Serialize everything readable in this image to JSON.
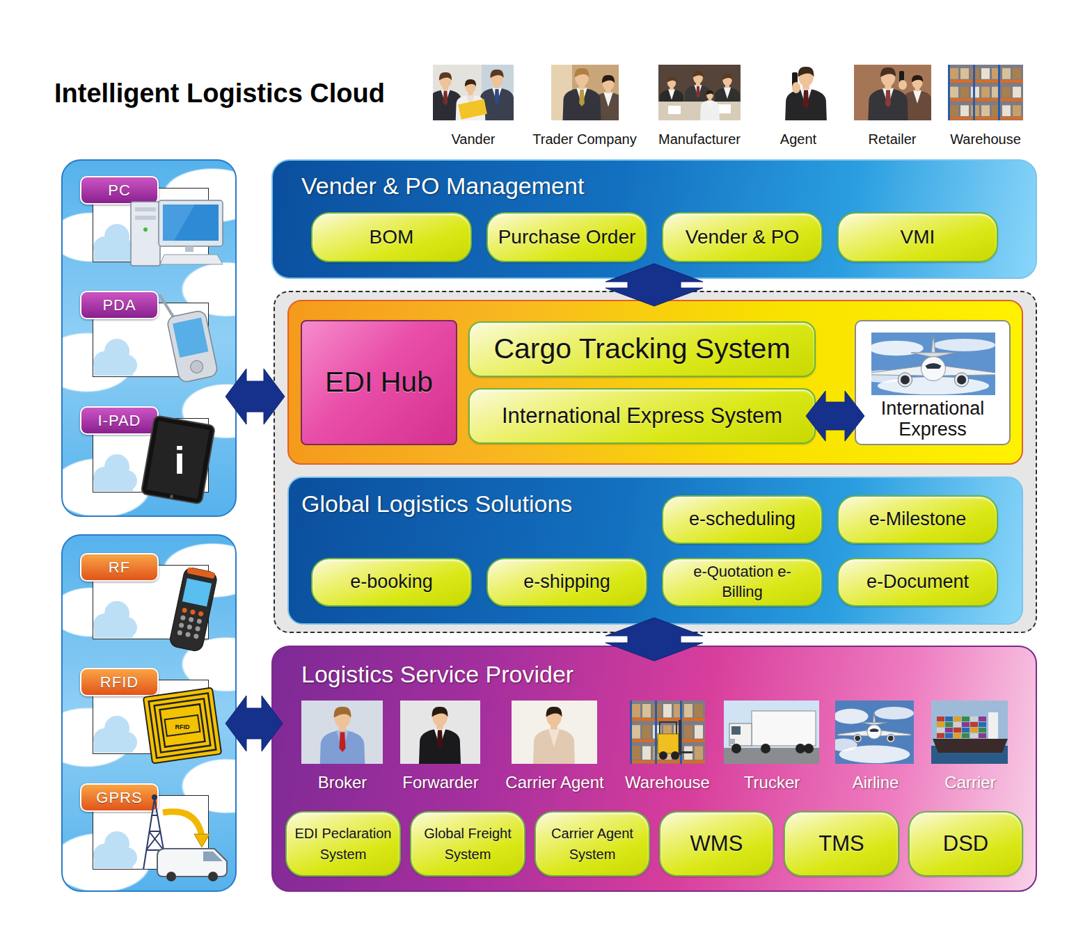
{
  "diagram": {
    "title": "Intelligent Logistics Cloud",
    "nodes": [
      {
        "text": []
      },
      {
        "text": [
          "PC"
        ],
        "in": 0
      },
      {
        "text": [
          "PDA"
        ],
        "in": 0
      },
      {
        "text": [
          "I-PAD"
        ],
        "in": 0
      },
      {
        "text": [
          "Vender & PO Management"
        ]
      },
      {
        "text": [
          "BOM"
        ],
        "in": 4
      },
      {
        "text": [
          "Purchase Order"
        ],
        "in": 4
      },
      {
        "text": [
          "Vender & PO"
        ],
        "in": 4
      },
      {
        "text": [
          "VMI"
        ],
        "in": 4
      },
      {
        "text": []
      },
      {
        "text": [],
        "in": 9
      },
      {
        "text": [
          "EDI Hub"
        ],
        "in": 10
      },
      {
        "text": [
          "Cargo Tracking System"
        ],
        "in": 10
      },
      {
        "text": [
          "International Express System"
        ],
        "in": 10
      },
      {
        "text": [
          "International Express"
        ],
        "in": 10
      },
      {
        "text": [
          "Global Logistics Solutions"
        ],
        "in": 9
      },
      {
        "text": [
          "e-scheduling"
        ],
        "in": 15
      },
      {
        "text": [
          "e-Milestone"
        ],
        "in": 15
      },
      {
        "text": [
          "e-booking"
        ],
        "in": 15
      },
      {
        "text": [
          "e-shipping"
        ],
        "in": 15
      },
      {
        "text": [
          "e-Quotation e-Billing"
        ],
        "in": 15
      },
      {
        "text": [
          "e-Document"
        ],
        "in": 15
      },
      {
        "text": []
      },
      {
        "text": [
          "RF"
        ],
        "in": 22
      },
      {
        "text": [
          "RFID"
        ],
        "in": 22
      },
      {
        "text": [
          "GPRS"
        ],
        "in": 22
      },
      {
        "text": [
          "Logistics Service Provider"
        ]
      },
      {
        "text": [
          "EDI Peclaration System"
        ],
        "in": 26
      },
      {
        "text": [
          "Global Freight System"
        ],
        "in": 26
      },
      {
        "text": [
          "Carrier Agent System"
        ],
        "in": 26
      },
      {
        "text": [
          "WMS"
        ],
        "in": 26
      },
      {
        "text": [
          "TMS"
        ],
        "in": 26
      },
      {
        "text": [
          "DSD"
        ],
        "in": 26
      }
    ],
    "edges": [
      {
        "from": 4,
        "to": 9,
        "arrow": "both"
      },
      {
        "from": 0,
        "to": 9,
        "arrow": "both"
      },
      {
        "from": 13,
        "to": 14,
        "arrow": "both"
      },
      {
        "from": 9,
        "to": 26,
        "arrow": "both"
      },
      {
        "from": 22,
        "to": 26,
        "arrow": "both"
      }
    ],
    "labels": [
      "Vander",
      "Trader Company",
      "Manufacturer",
      "Agent",
      "Retailer",
      "Warehouse",
      "i",
      "RFID",
      "Broker",
      "Forwarder",
      "Carrier Agent",
      "Warehouse",
      "Trucker",
      "Airline",
      "Carrier"
    ]
  }
}
